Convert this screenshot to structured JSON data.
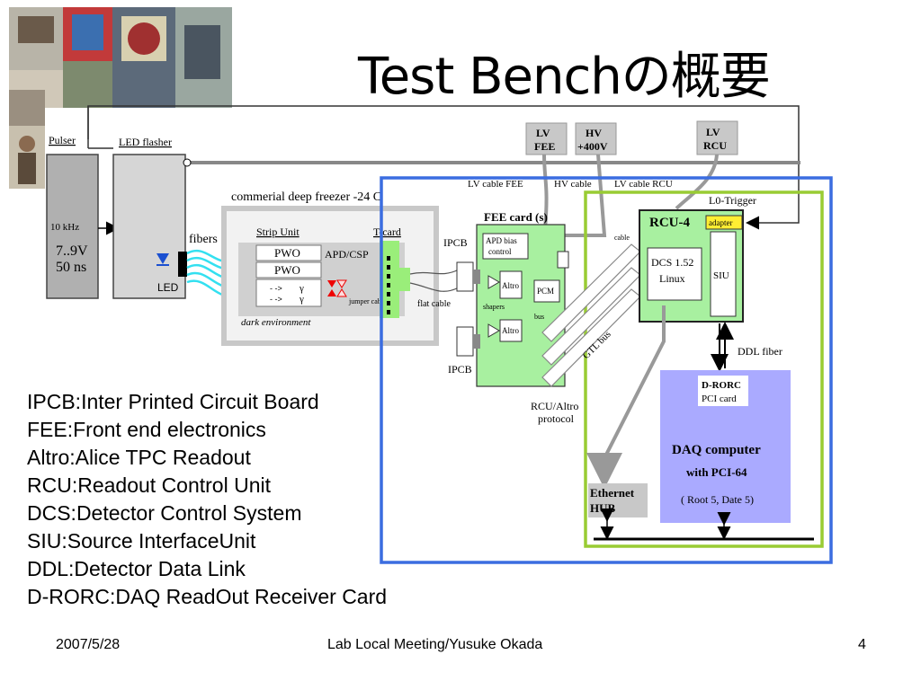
{
  "slide": {
    "title": "Test Benchの概要",
    "footer": {
      "date": "2007/5/28",
      "center": "Lab Local Meeting/Yusuke Okada",
      "page": "4"
    }
  },
  "legend": [
    "IPCB:Inter Printed Circuit Board",
    "FEE:Front end electronics",
    "Altro:Alice TPC Readout",
    "RCU:Readout Control Unit",
    "DCS:Detector Control System",
    "SIU:Source InterfaceUnit",
    "DDL:Detector Data Link",
    "D-RORC:DAQ ReadOut Receiver Card"
  ],
  "diagram": {
    "pulser": {
      "label": "Pulser",
      "freq": "10 kHz",
      "voltage": "7..9V",
      "width": "50 ns"
    },
    "led_flasher": {
      "label": "LED flasher",
      "led": "LED",
      "fibers": "fibers"
    },
    "freezer": {
      "label": "commerial  deep freezer  -24 C",
      "dark": "dark environment"
    },
    "strip_unit": {
      "label": "Strip Unit",
      "pwo1": "PWO",
      "pwo2": "PWO",
      "apd": "APD/CSP",
      "jumper": "jumper cables",
      "gamma": "γ"
    },
    "tcard": "T-card",
    "flat_cable": "flat cable",
    "ipcb": "IPCB",
    "psu": {
      "lv_fee": [
        "LV",
        "FEE"
      ],
      "hv": [
        "HV",
        "+400V"
      ],
      "lv_rcu": [
        "LV",
        "RCU"
      ]
    },
    "cables": {
      "lv_fee": "LV cable FEE",
      "hv": "HV cable",
      "lv_rcu": "LV cable RCU",
      "cable": "cable"
    },
    "fee": {
      "label": "FEE card (s)",
      "apd_bias": [
        "APD bias",
        "control"
      ],
      "altro": "Altro",
      "pcm": "PCM",
      "shapers": "shapers",
      "bus": "bus"
    },
    "rcu": {
      "label": "RCU-4",
      "adapter": "adapter",
      "dcs": [
        "DCS 1.52",
        "Linux"
      ],
      "siu": "SIU",
      "l0": "L0-Trigger"
    },
    "gtl_bus": "GTL bus",
    "rcu_altro": [
      "RCU/Altro",
      "protocol"
    ],
    "ddl_fiber": "DDL fiber",
    "drorc": [
      "D-RORC",
      "PCI card"
    ],
    "daq": [
      "DAQ computer",
      "with PCI-64",
      "( Root 5, Date 5)"
    ],
    "hub": [
      "Ethernet",
      "HUB"
    ]
  }
}
